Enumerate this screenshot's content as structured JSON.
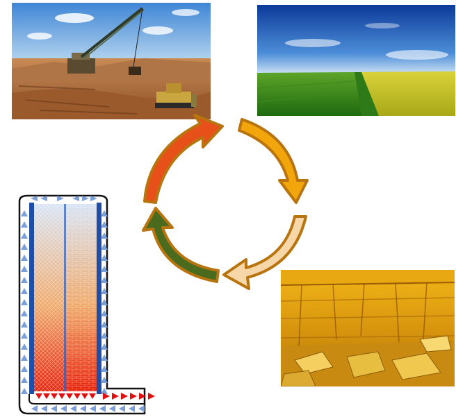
{
  "diagram": {
    "panels": [
      {
        "id": "mining",
        "icon": "dragline-excavator-mining-photo"
      },
      {
        "id": "field",
        "icon": "green-and-yellow-field-photo"
      },
      {
        "id": "rock",
        "icon": "oil-shale-rock-formation-photo"
      }
    ],
    "cycle": {
      "arrow_colors": [
        "#e8501a",
        "#f2a60c",
        "#f7d6a8",
        "#4a6b1e"
      ],
      "arrow_outline": "#b8740f",
      "direction": "clockwise"
    },
    "retort": {
      "icon": "retort-vessel-cross-section",
      "gradient_colors": [
        "#d8e4f5",
        "#f0a868",
        "#e8240c"
      ],
      "wall_color": "#1f4ea8",
      "flow_arrow_color": "#7b9fd8",
      "heat_arrow_color": "#e01010"
    }
  }
}
